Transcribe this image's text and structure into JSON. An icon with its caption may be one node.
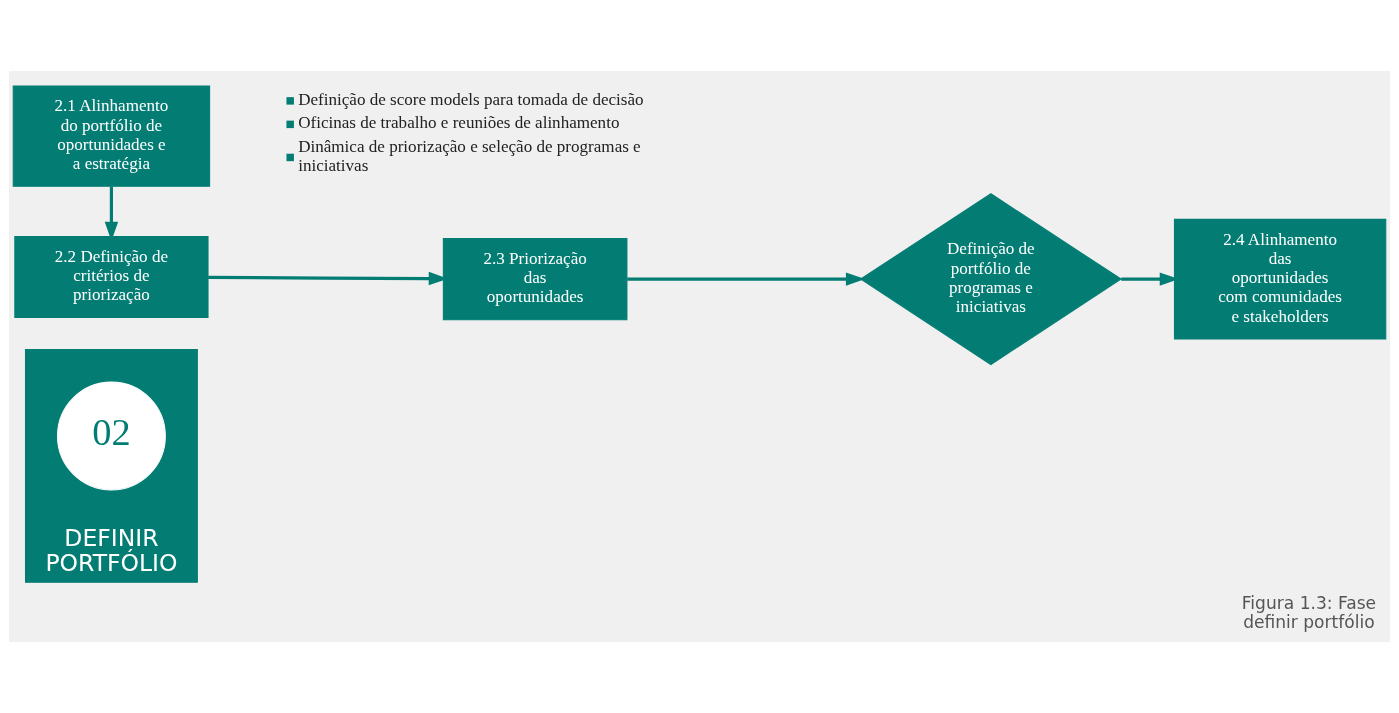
{
  "diagram": {
    "caption": "Figura 1.3: Fase definir portfólio",
    "nodes": [
      {
        "text": [
          "DEFINIR PORTFÓLIO"
        ]
      },
      {
        "text": [
          "02"
        ],
        "in": 0
      },
      {
        "text": [
          "2.1 Alinhamento do portfólio de oportunidades e a estratégia"
        ],
        "beside": [
          "Definição de score models para tomada de decisão",
          "Oficinas de trabalho e reuniões de alinhamento",
          "Dinâmica de priorização e seleção de programas e iniciativas"
        ]
      },
      {
        "text": [
          "2.2 Definição de critérios de priorização"
        ]
      },
      {
        "text": [
          "2.3 Priorização das oportunidades"
        ]
      },
      {
        "text": [
          "Definição de portfólio de programas e iniciativas"
        ]
      },
      {
        "text": [
          "2.4 Alinhamento das oportunidades com comunidades e stakeholders"
        ]
      }
    ],
    "edges": [
      {
        "from": 2,
        "to": 3,
        "arrow": "to"
      },
      {
        "from": 3,
        "to": 4,
        "arrow": "to"
      },
      {
        "from": 4,
        "to": 5,
        "arrow": "to"
      },
      {
        "from": 5,
        "to": 6,
        "arrow": "to"
      }
    ]
  }
}
